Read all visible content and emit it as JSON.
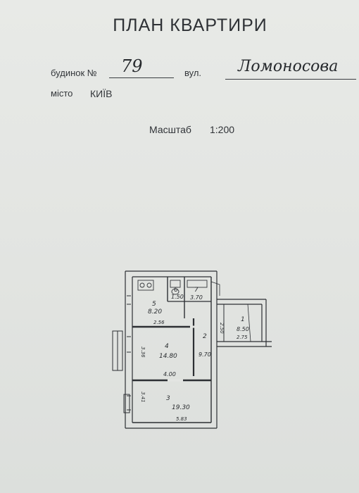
{
  "header": {
    "title": "ПЛАН  КВАРТИРИ"
  },
  "address": {
    "building_label": "будинок №",
    "building_number": "79",
    "street_label": "вул.",
    "street_name": "Ломоносова",
    "city_label": "місто",
    "city_name": "КИЇВ"
  },
  "scale": {
    "label": "Масштаб",
    "value": "1:200"
  },
  "plan": {
    "rooms": [
      {
        "number": "5",
        "area": "8.20"
      },
      {
        "number": "6",
        "area": "1.50"
      },
      {
        "number": "7",
        "area": "3.70"
      },
      {
        "number": "4",
        "area": "14.80"
      },
      {
        "number": "2",
        "area": "9.70"
      },
      {
        "number": "1",
        "area": "8.50"
      },
      {
        "number": "3",
        "area": "19.30"
      }
    ],
    "dimensions": {
      "room5_width": "2.56",
      "room4_height": "3.36",
      "room4_width": "4.00",
      "room2_height": "2.50",
      "room1_width": "2.75",
      "room3_width": "5.83",
      "room3_height": "3.41"
    }
  }
}
